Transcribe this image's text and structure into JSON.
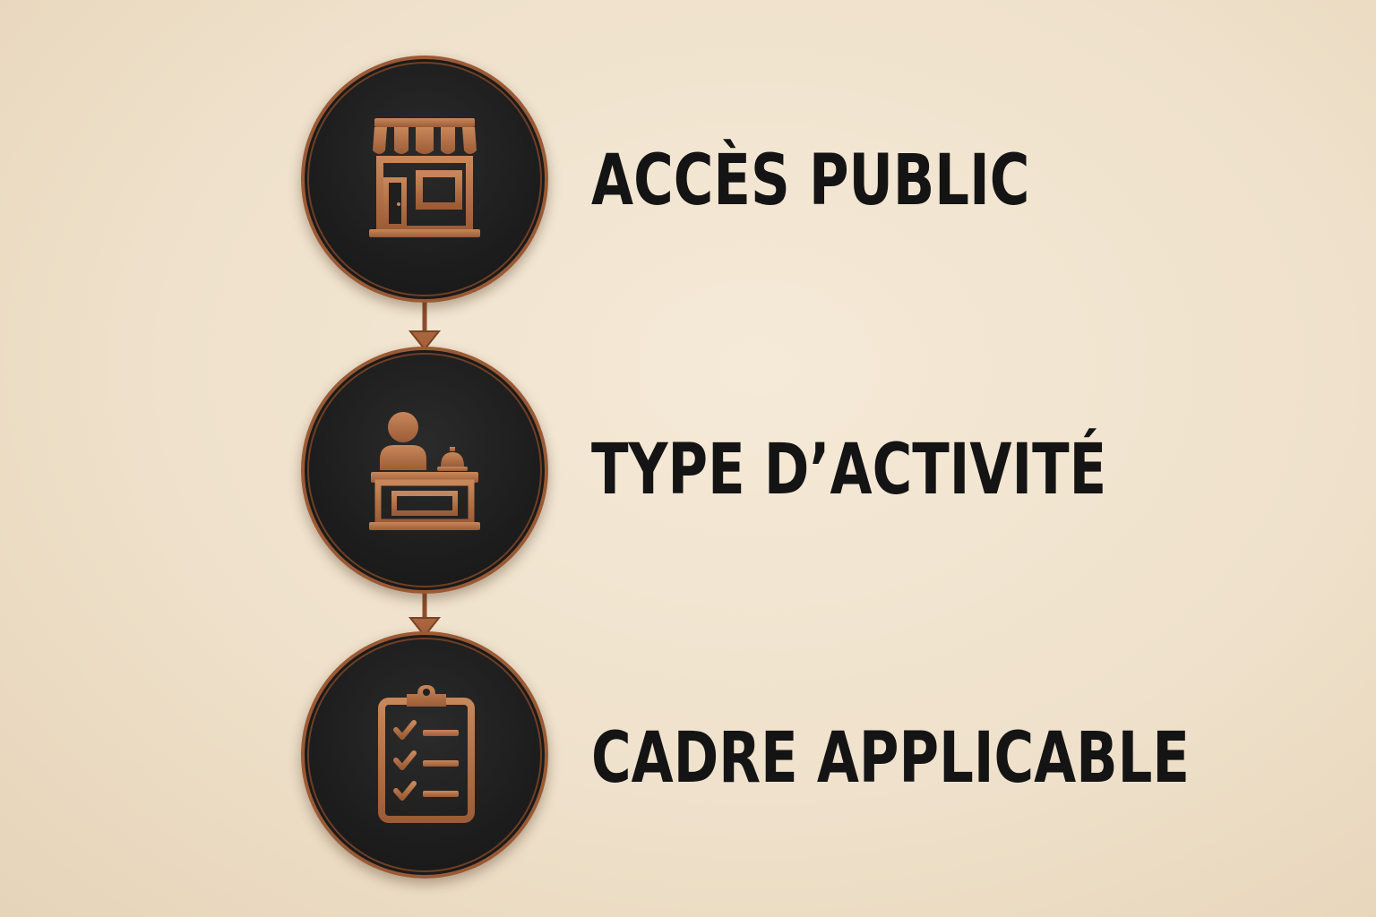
{
  "colors": {
    "background": "#efe1cb",
    "badge_fill": "#1f1f1f",
    "copper": "#b06f45",
    "copper_dark": "#8a4e2c",
    "text": "#141414"
  },
  "steps": [
    {
      "label": "ACCÈS PUBLIC",
      "icon": "storefront-icon"
    },
    {
      "label": "TYPE D’ACTIVITÉ",
      "icon": "reception-desk-icon"
    },
    {
      "label": "CADRE APPLICABLE",
      "icon": "clipboard-checklist-icon"
    }
  ]
}
